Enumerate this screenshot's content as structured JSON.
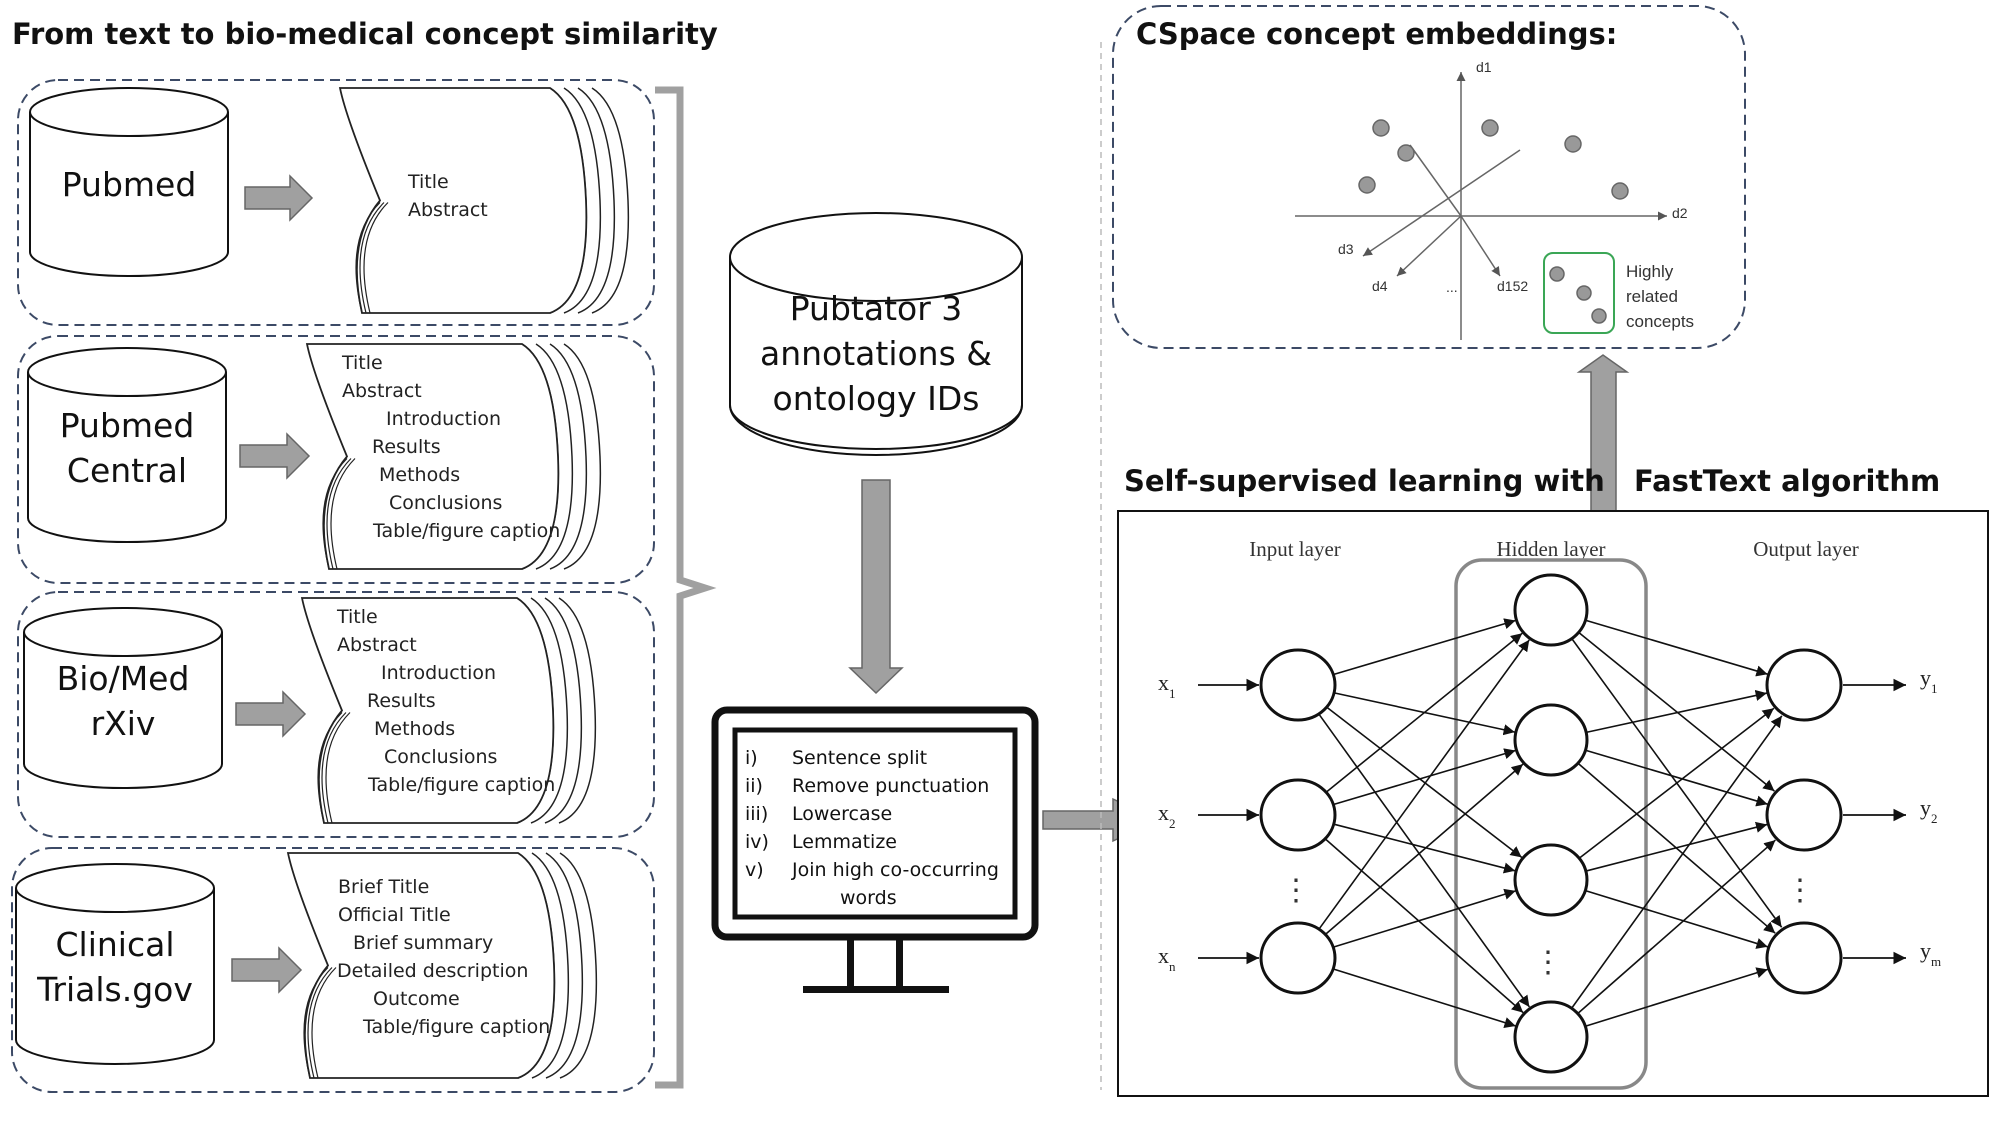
{
  "left": {
    "title": "From text to bio-medical concept similarity",
    "sources": [
      {
        "db": [
          "Pubmed"
        ],
        "fields": [
          "Title",
          "Abstract"
        ]
      },
      {
        "db": [
          "Pubmed",
          "Central"
        ],
        "fields": [
          "Title",
          "Abstract",
          "Introduction",
          "Results",
          "Methods",
          "Conclusions",
          "Table/figure caption"
        ]
      },
      {
        "db": [
          "Bio/Med",
          "rXiv"
        ],
        "fields": [
          "Title",
          "Abstract",
          "Introduction",
          "Results",
          "Methods",
          "Conclusions",
          "Table/figure caption"
        ]
      },
      {
        "db": [
          "Clinical",
          "Trials.gov"
        ],
        "fields": [
          "Brief Title",
          "Official Title",
          "Brief summary",
          "Detailed description",
          "Outcome",
          "Table/figure caption"
        ]
      }
    ]
  },
  "pubtator": {
    "lines": [
      "Pubtator 3",
      "annotations &",
      "ontology IDs"
    ]
  },
  "preprocessing": {
    "steps": [
      {
        "num": "i)",
        "text": "Sentence split"
      },
      {
        "num": "ii)",
        "text": "Remove punctuation"
      },
      {
        "num": "iii)",
        "text": "Lowercase"
      },
      {
        "num": "iv)",
        "text": "Lemmatize"
      },
      {
        "num": "v)",
        "text": "Join high co-occurring"
      }
    ],
    "continuation": "words"
  },
  "embeddings": {
    "title": "CSpace concept embeddings:",
    "axes": {
      "d1": "d1",
      "d2": "d2",
      "d3": "d3",
      "d4": "d4",
      "d152": "d152",
      "ellipsis": "..."
    },
    "highlight": [
      "Highly",
      "related",
      "concepts"
    ],
    "highlight_color": "#3aa655"
  },
  "network": {
    "title_left": "Self-supervised learning with",
    "title_right": "FastText algorithm",
    "input_label": "Input layer",
    "hidden_label": "Hidden layer",
    "output_label": "Output layer",
    "inputs": [
      {
        "v": "x",
        "s": "1"
      },
      {
        "v": "x",
        "s": "2"
      },
      {
        "v": "x",
        "s": "n"
      }
    ],
    "outputs": [
      {
        "v": "y",
        "s": "1"
      },
      {
        "v": "y",
        "s": "2"
      },
      {
        "v": "y",
        "s": "m"
      }
    ],
    "vdots": "⋮"
  }
}
